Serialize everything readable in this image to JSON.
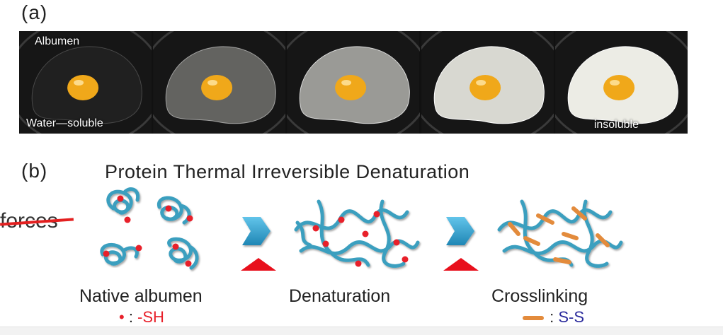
{
  "panel_a": {
    "label": "(a)",
    "captions": {
      "albumen": "Albumen",
      "water_soluble": "Water—soluble",
      "insoluble": "insoluble"
    },
    "stages": [
      {
        "white_opacity": 0.05
      },
      {
        "white_opacity": 0.35
      },
      {
        "white_opacity": 0.6
      },
      {
        "white_opacity": 0.88
      },
      {
        "white_opacity": 0.97
      }
    ]
  },
  "panel_b": {
    "label": "(b)",
    "title": "Protein Thermal Irreversible Denaturation",
    "stages": {
      "native": "Native albumen",
      "denaturation": "Denaturation",
      "crosslinking": "Crosslinking"
    },
    "legend": {
      "sh_symbol": "•",
      "sh_sep": " : ",
      "sh_text": "-SH",
      "ss_sep": " : ",
      "ss_text": "S-S"
    }
  },
  "overlay_fragment": "forces",
  "colors": {
    "strand": "#3a9fbf",
    "strand_dark": "#23708c",
    "sh_dot": "#e8202a",
    "ss_link": "#e38b3c",
    "arrow": "#2a9fd0",
    "heat_triangle": "#e8101c",
    "sh_text": "#e8202a",
    "ss_text": "#2a2a9c",
    "yolk": "#f0a81a"
  }
}
